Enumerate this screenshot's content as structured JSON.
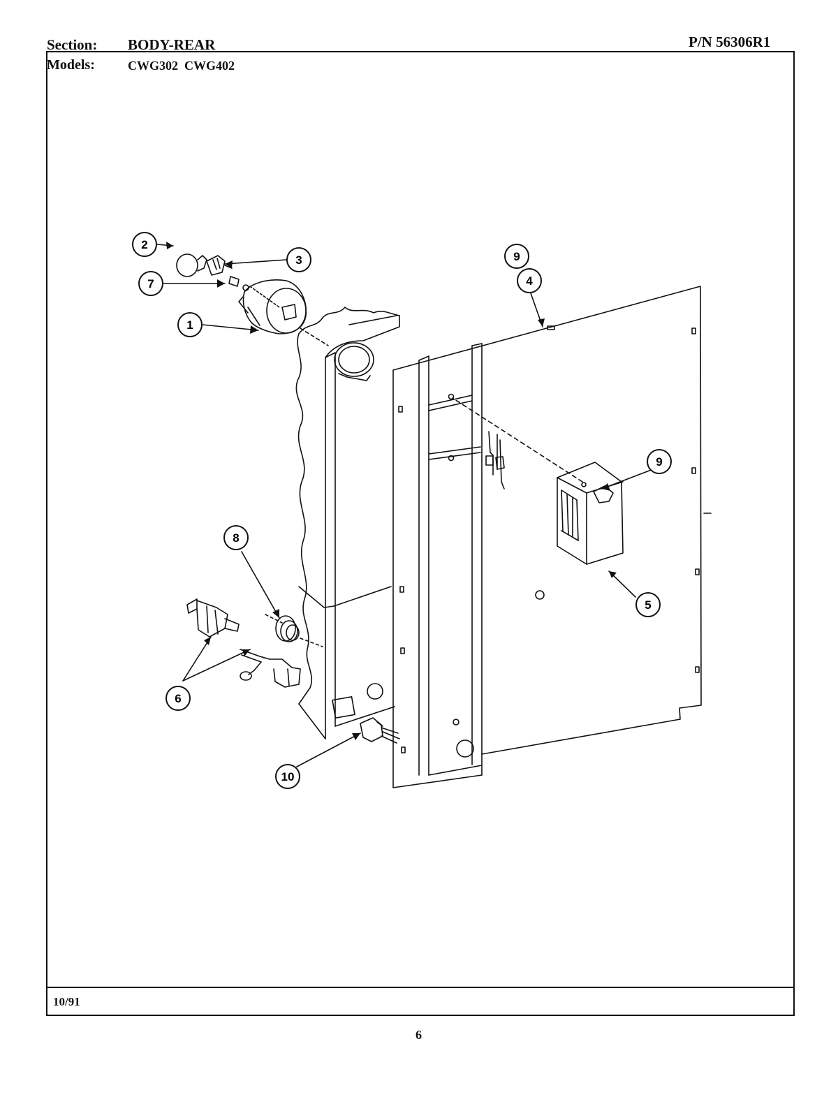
{
  "header": {
    "section_label": "Section:",
    "section_value": "BODY-REAR",
    "models_label": "Models:",
    "models_value": "CWG302  CWG402",
    "part_number": "P/N 56306R1"
  },
  "footer": {
    "date": "10/91",
    "page_number": "6"
  },
  "callouts": [
    "1",
    "2",
    "3",
    "4",
    "5",
    "6",
    "7",
    "8",
    "9",
    "9",
    "10"
  ]
}
